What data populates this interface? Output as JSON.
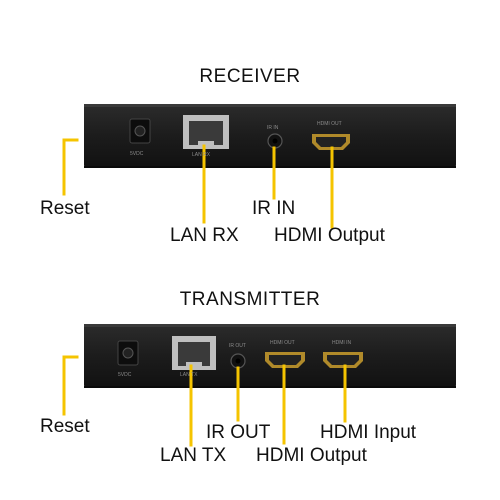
{
  "receiver": {
    "title": "RECEIVER",
    "ports": {
      "power": "5VDC",
      "lan": "LAN RX",
      "ir": "IR IN",
      "hdmi_out": "HDMI OUT"
    },
    "callouts": {
      "reset": "Reset",
      "lan": "LAN RX",
      "ir": "IR IN",
      "hdmi": "HDMI Output"
    }
  },
  "transmitter": {
    "title": "TRANSMITTER",
    "ports": {
      "power": "5VDC",
      "lan": "LAN TX",
      "ir": "IR OUT",
      "hdmi_out": "HDMI OUT",
      "hdmi_in": "HDMI IN"
    },
    "callouts": {
      "reset": "Reset",
      "lan": "LAN TX",
      "ir": "IR OUT",
      "hdmi_out": "HDMI Output",
      "hdmi_in": "HDMI Input"
    }
  },
  "colors": {
    "callout_line": "#f5c400",
    "device_body": "#1e1e1e"
  }
}
